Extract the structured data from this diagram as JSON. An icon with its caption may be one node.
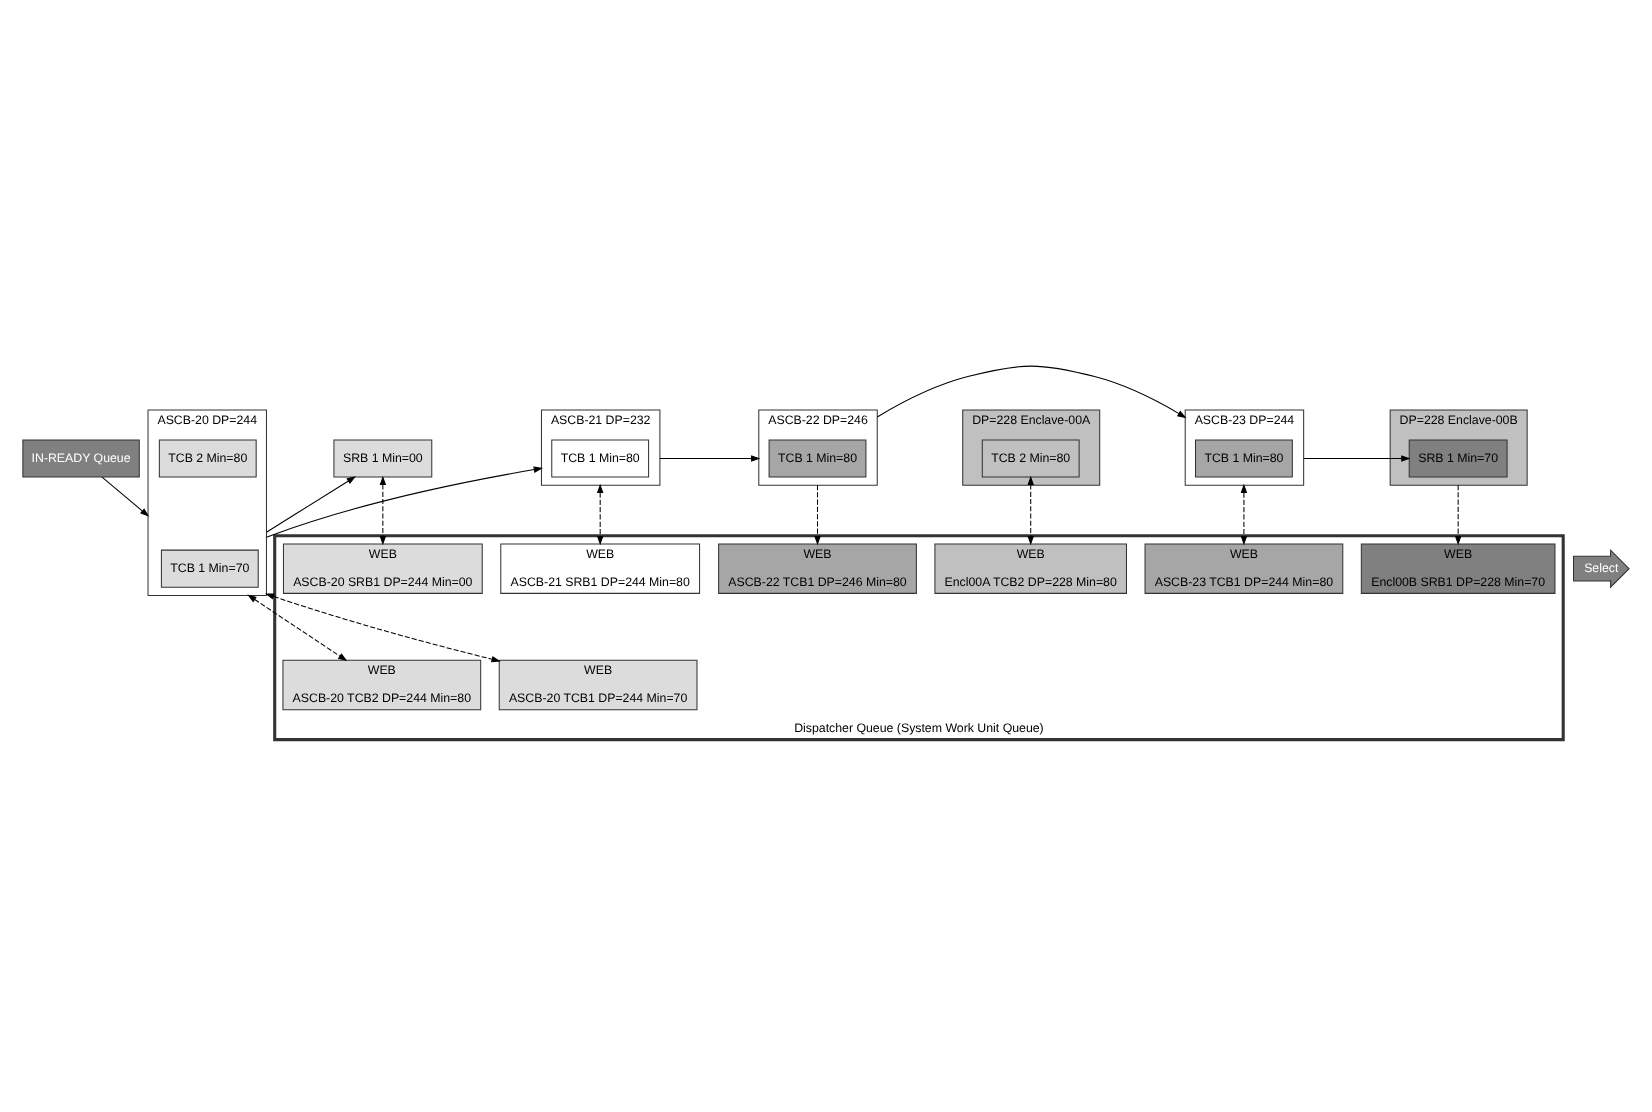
{
  "diagram": {
    "nodes": [
      {
        "text": [
          "IN-READY Queue"
        ]
      },
      {
        "text": [
          "ASCB-20 DP=244"
        ]
      },
      {
        "text": [
          "TCB 1 Min=70"
        ],
        "in": 1
      },
      {
        "text": [
          "TCB 2 Min=80"
        ],
        "in": 1
      },
      {
        "text": [
          "SRB 1 Min=00"
        ]
      },
      {
        "text": [
          "ASCB-21 DP=232"
        ]
      },
      {
        "text": [
          "TCB 1 Min=80"
        ],
        "in": 5
      },
      {
        "text": [
          "ASCB-22 DP=246"
        ]
      },
      {
        "text": [
          "TCB 1 Min=80"
        ],
        "in": 7
      },
      {
        "text": [
          "DP=228 Enclave-00A"
        ]
      },
      {
        "text": [
          "TCB 2 Min=80"
        ],
        "in": 9
      },
      {
        "text": [
          "ASCB-23 DP=244"
        ]
      },
      {
        "text": [
          "TCB 1 Min=80"
        ],
        "in": 11
      },
      {
        "text": [
          "DP=228 Enclave-00B"
        ]
      },
      {
        "text": [
          "SRB 1 Min=70"
        ],
        "in": 13
      },
      {
        "text": [
          "Dispatcher Queue (System Work Unit Queue)"
        ]
      },
      {
        "text": [
          "WEB",
          "Encl00B SRB1 DP=228 Min=70"
        ],
        "in": 15
      },
      {
        "text": [
          "WEB",
          "Encl00A TCB2 DP=228 Min=80"
        ],
        "in": 15
      },
      {
        "text": [
          "WEB",
          "ASCB-21 SRB1 DP=244 Min=80"
        ],
        "in": 15
      },
      {
        "text": [
          "WEB",
          "ASCB-20 TCB1 DP=244 Min=70"
        ],
        "in": 15
      },
      {
        "text": [
          "WEB",
          "ASCB-23 TCB1 DP=244 Min=80"
        ],
        "in": 15
      },
      {
        "text": [
          "WEB",
          "ASCB-20 TCB2 DP=244 Min=80"
        ],
        "in": 15
      },
      {
        "text": [
          "WEB",
          "ASCB-20 SRB1 DP=244 Min=00"
        ],
        "in": 15
      },
      {
        "text": [
          "WEB",
          "ASCB-22 TCB1 DP=246 Min=80"
        ],
        "in": 15
      },
      {
        "text": [
          "Select"
        ]
      }
    ],
    "edges": [
      {
        "from": 0,
        "to": 1,
        "arrow": "to"
      },
      {
        "from": 1,
        "to": 5,
        "arrow": "to"
      },
      {
        "from": 5,
        "to": 7,
        "arrow": "to"
      },
      {
        "from": 7,
        "to": 11,
        "arrow": "to"
      },
      {
        "from": 1,
        "to": 4,
        "arrow": "to"
      },
      {
        "from": 11,
        "to": 14,
        "arrow": "to"
      },
      {
        "from": 13,
        "to": 16,
        "arrow": "to",
        "style": "dashed"
      },
      {
        "from": 10,
        "to": 17,
        "arrow": "both",
        "style": "dashed"
      },
      {
        "from": 5,
        "to": 18,
        "arrow": "both",
        "style": "dashed"
      },
      {
        "from": 1,
        "to": 19,
        "arrow": "both",
        "style": "dashed"
      },
      {
        "from": 11,
        "to": 20,
        "arrow": "both",
        "style": "dashed"
      },
      {
        "from": 1,
        "to": 21,
        "arrow": "both",
        "style": "dashed"
      },
      {
        "from": 4,
        "to": 22,
        "arrow": "both",
        "style": "dashed"
      },
      {
        "from": 7,
        "to": 23,
        "arrow": "to",
        "style": "dashed"
      }
    ]
  }
}
